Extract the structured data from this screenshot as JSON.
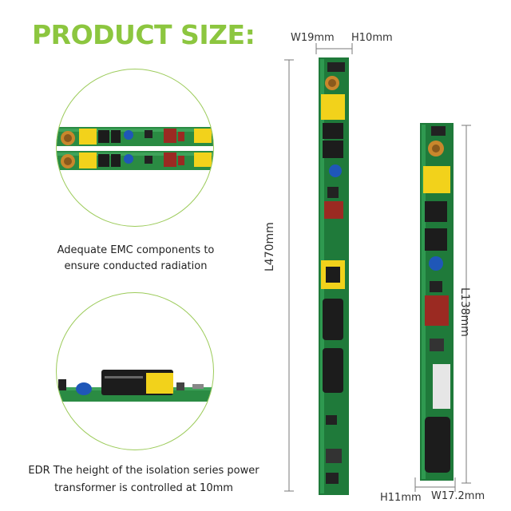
{
  "header": {
    "title": "PRODUCT SIZE:"
  },
  "features": [
    {
      "line1": "Adequate EMC components to",
      "line2": "ensure conducted radiation"
    },
    {
      "line1": "EDR The height of the isolation series power",
      "line2": "transformer is controlled at 10mm"
    }
  ],
  "long_driver": {
    "width_label": "W19mm",
    "height_label": "H10mm",
    "length_label": "L470mm"
  },
  "short_driver": {
    "length_label": "L138mm",
    "height_label": "H11mm",
    "width_label": "W17.2mm"
  },
  "colors": {
    "accent_green": "#8cc63f",
    "pcb_green": "#1f7a3a",
    "capacitor_yellow": "#f2d21b",
    "capacitor_red": "#9b2a22",
    "capacitor_blue": "#1f57b8",
    "inductor_black": "#1c1c1c"
  }
}
